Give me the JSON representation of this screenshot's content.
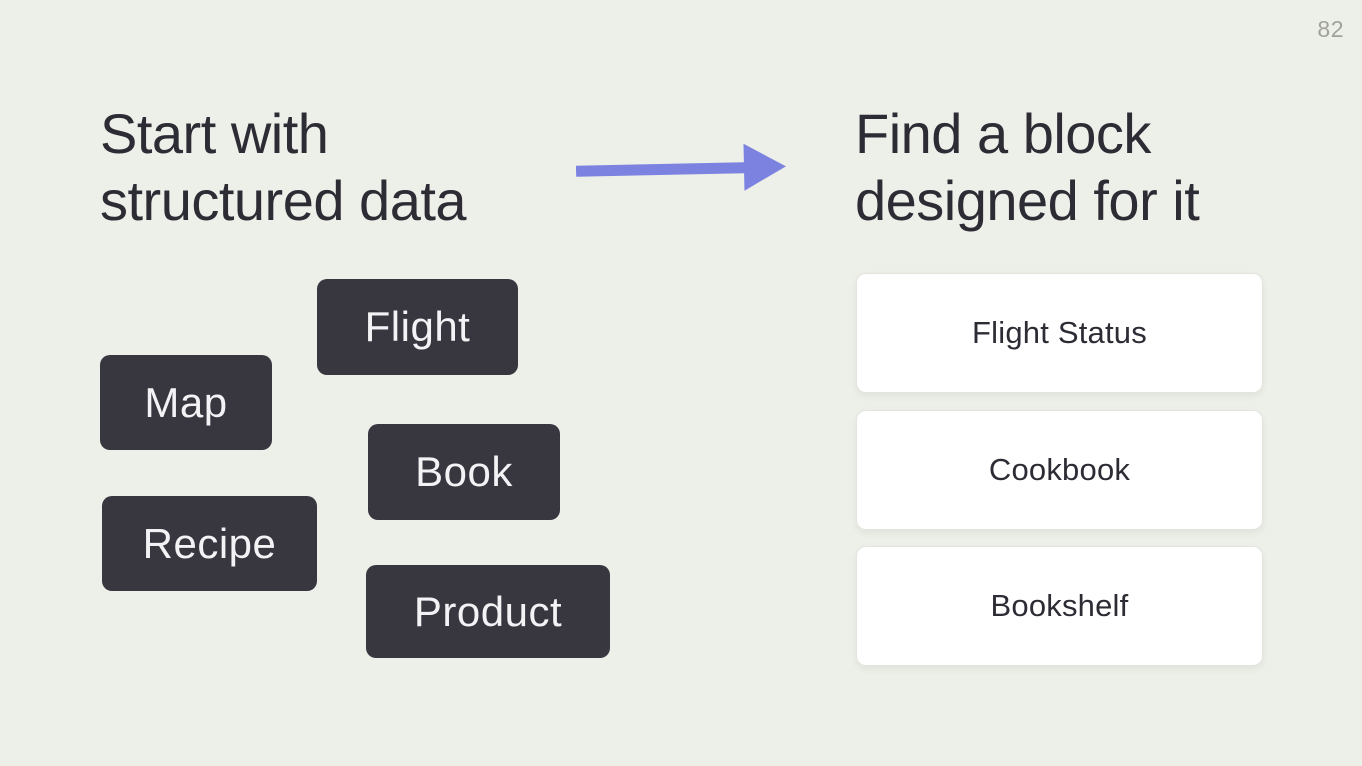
{
  "page_number": "82",
  "left_panel": {
    "heading": "Start with\nstructured data",
    "chips": [
      {
        "label": "Flight"
      },
      {
        "label": "Map"
      },
      {
        "label": "Book"
      },
      {
        "label": "Recipe"
      },
      {
        "label": "Product"
      }
    ]
  },
  "right_panel": {
    "heading": "Find a block\ndesigned for it",
    "cards": [
      {
        "label": "Flight Status"
      },
      {
        "label": "Cookbook"
      },
      {
        "label": "Bookshelf"
      }
    ]
  },
  "arrow": {
    "direction": "right",
    "color": "#7b82e0"
  },
  "colors": {
    "background": "#edefe9",
    "text": "#2d2c35",
    "chip_bg": "#38363f",
    "chip_text": "#f3f2f5",
    "card_bg": "#ffffff",
    "card_border": "#e4e5df",
    "page_number": "#a1a19c"
  }
}
